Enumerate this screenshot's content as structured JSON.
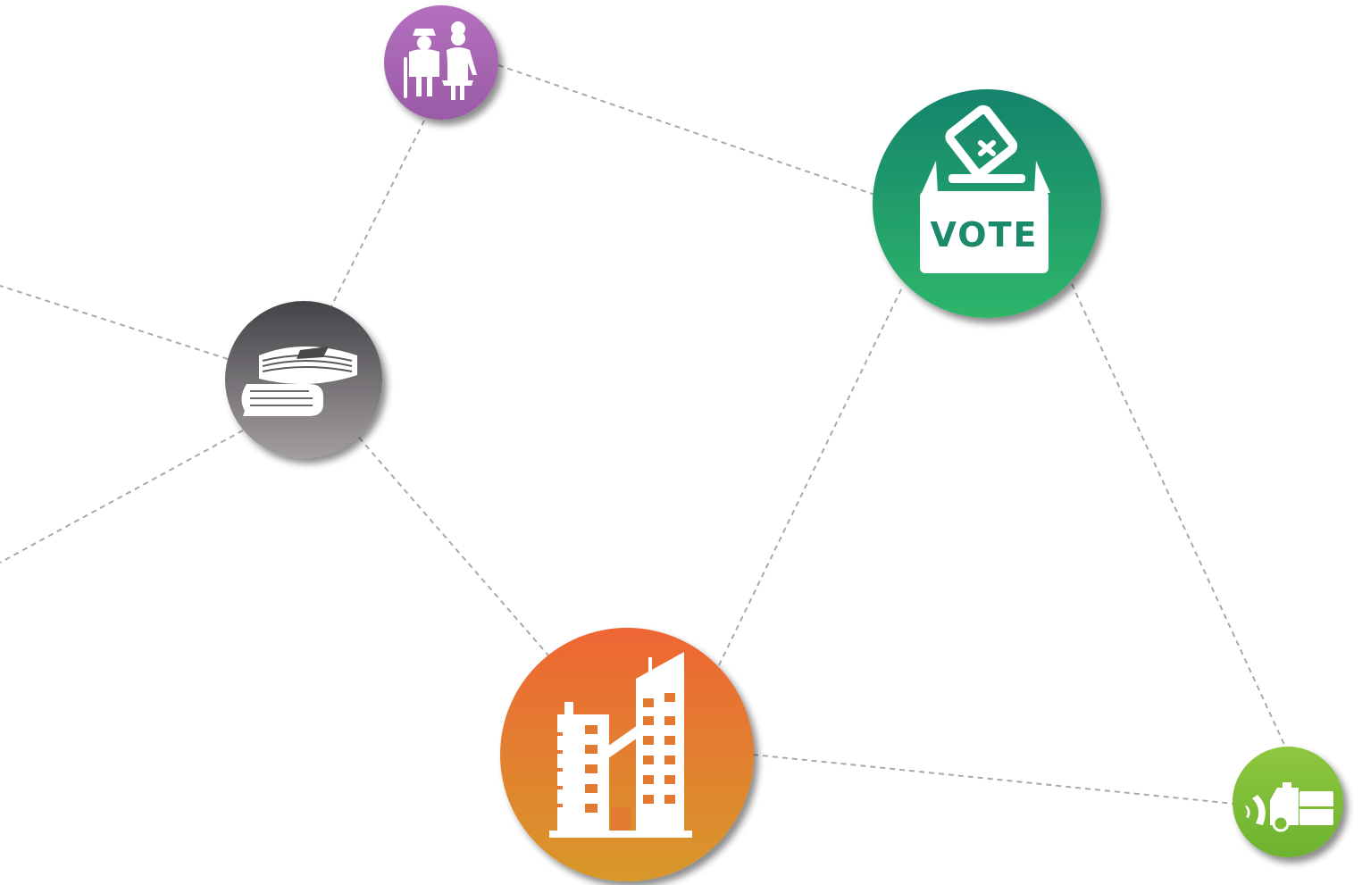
{
  "diagram": {
    "nodes": [
      {
        "id": "elderly",
        "icon": "elderly-couple-icon",
        "color_top": "#b76cbf",
        "color_bottom": "#9c5ba8"
      },
      {
        "id": "vote",
        "icon": "ballot-box-icon",
        "label": "VOTE",
        "color_top": "#16826b",
        "color_bottom": "#2db56a"
      },
      {
        "id": "books",
        "icon": "book-stack-icon",
        "color_top": "#47464a",
        "color_bottom": "#9c979b"
      },
      {
        "id": "buildings",
        "icon": "buildings-icon",
        "color_top": "#ee6633",
        "color_bottom": "#d9962c"
      },
      {
        "id": "snowplow",
        "icon": "snowplow-truck-icon",
        "color_top": "#8cc63f",
        "color_bottom": "#6fb431"
      }
    ],
    "edges": [
      [
        "elderly",
        "vote"
      ],
      [
        "elderly",
        "books"
      ],
      [
        "books",
        "buildings"
      ],
      [
        "buildings",
        "vote"
      ],
      [
        "vote",
        "snowplow"
      ],
      [
        "buildings",
        "snowplow"
      ],
      [
        "books",
        "offscreen-left-top"
      ],
      [
        "books",
        "offscreen-left-bottom"
      ]
    ],
    "edge_color": "#a9a9a9"
  }
}
